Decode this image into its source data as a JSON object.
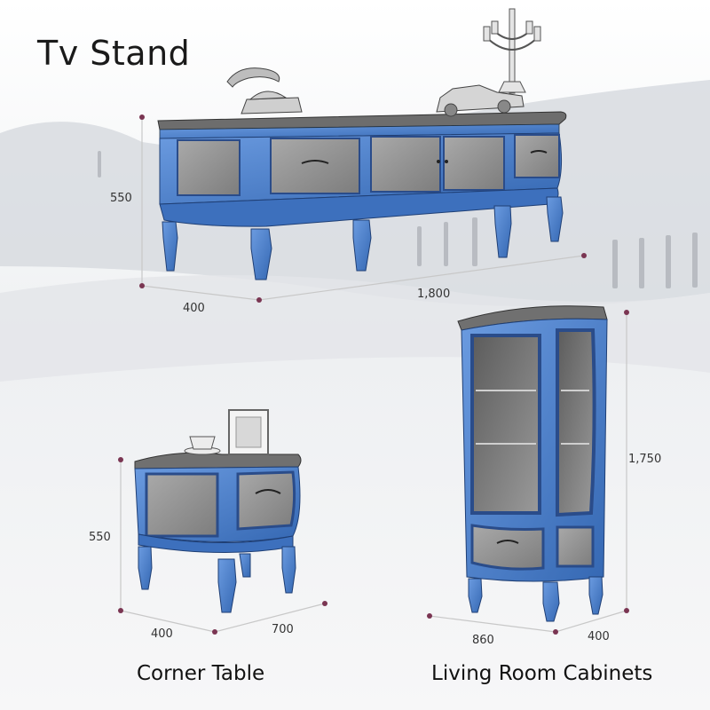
{
  "title": "Tv Stand",
  "tv_stand": {
    "height_label": "550",
    "depth_label": "400",
    "width_label": "1,800"
  },
  "corner_table": {
    "caption": "Corner Table",
    "height_label": "550",
    "depth_label": "400",
    "width_label": "700"
  },
  "cabinet": {
    "caption": "Living Room Cabinets",
    "height_label": "1,750",
    "width_label": "860",
    "depth_label": "400"
  },
  "colors": {
    "wood_blue": "#4f86cf",
    "wood_blue_dark": "#2f5fa6",
    "panel_wood": "#8f8f8f",
    "dimension_line": "#7a3552",
    "background_haze": "#d9dde2"
  }
}
